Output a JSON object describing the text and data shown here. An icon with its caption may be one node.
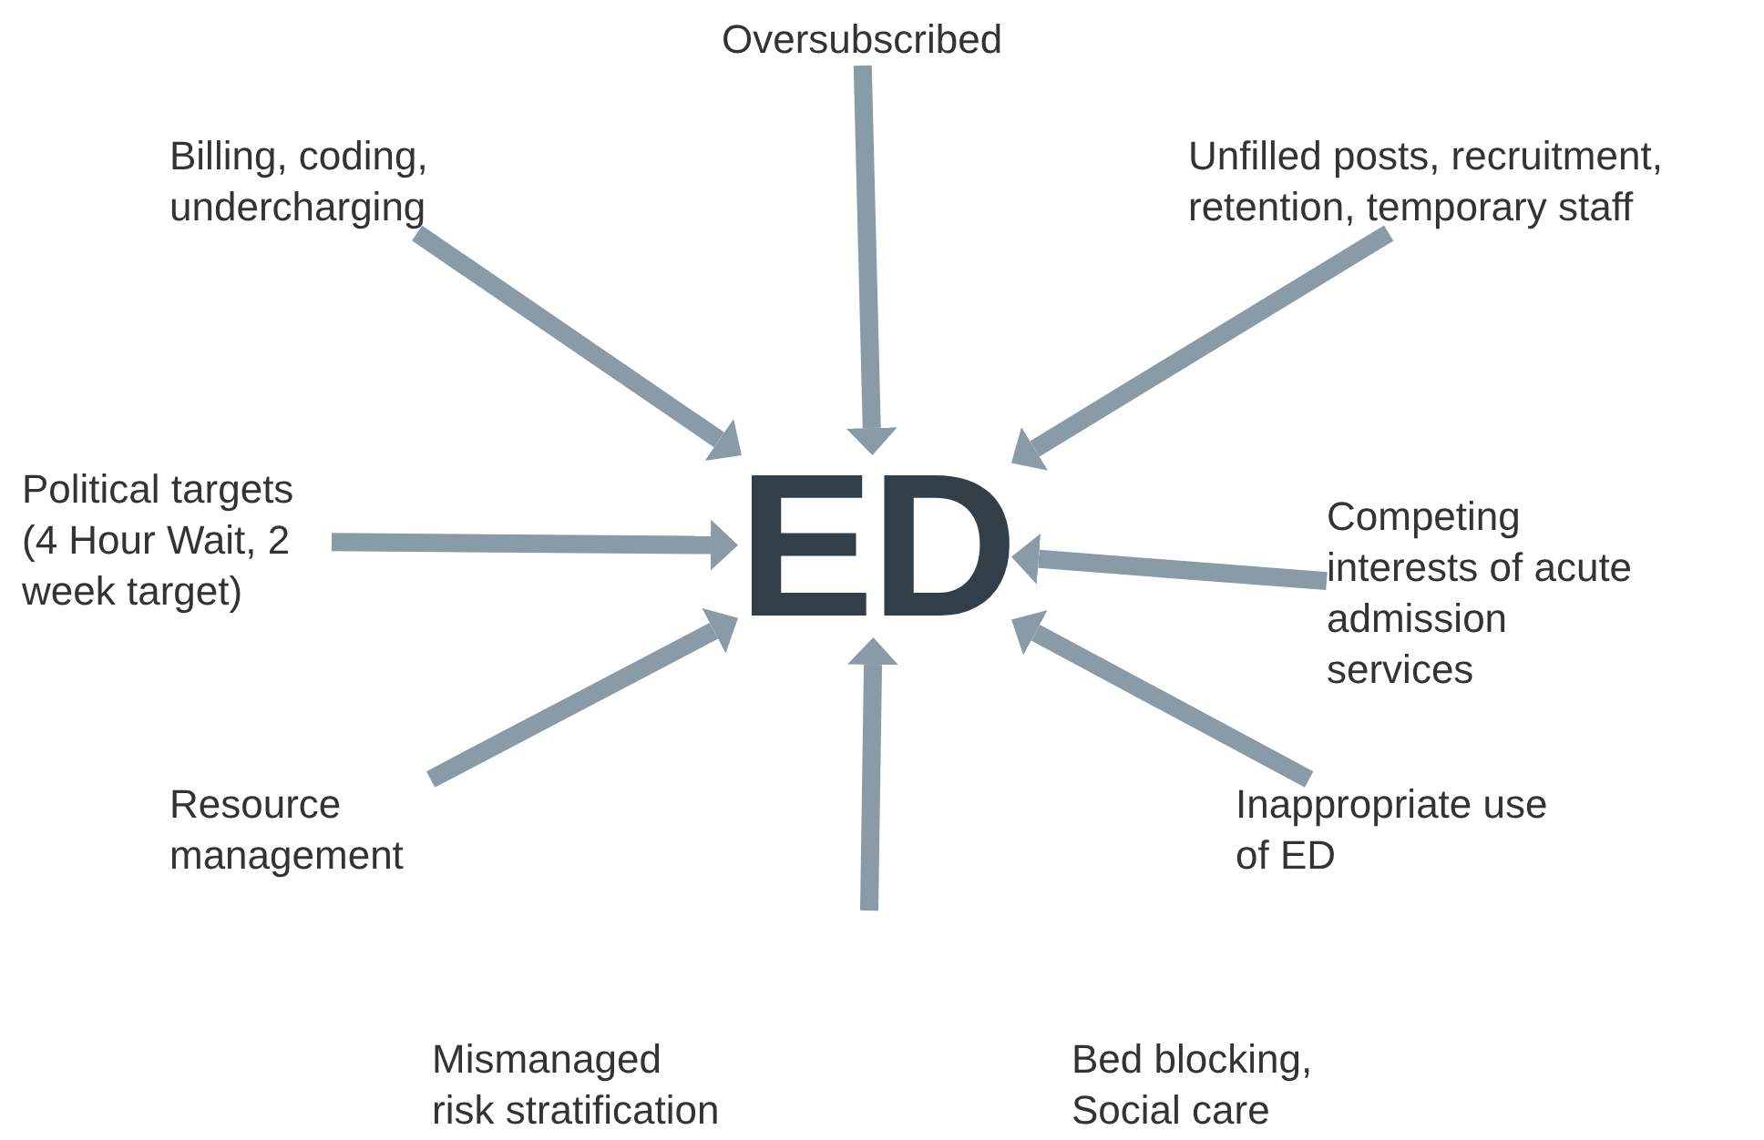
{
  "diagram": {
    "nodes": [
      {
        "text": [
          "Oversubscribed"
        ]
      },
      {
        "text": [
          "Billing, coding, undercharging"
        ]
      },
      {
        "text": [
          "Unfilled posts, recruitment, retention, temporary staff"
        ]
      },
      {
        "text": [
          "Political targets (4 Hour Wait, 2 week target)"
        ]
      },
      {
        "text": [
          "ED"
        ]
      },
      {
        "text": [
          "Competing interests of acute admission services"
        ]
      },
      {
        "text": [
          "Resource management"
        ]
      },
      {
        "text": [
          "Inappropriate use of ED"
        ]
      },
      {
        "text": [
          "Mismanaged risk stratification"
        ]
      },
      {
        "text": [
          "Bed blocking, Social care"
        ]
      }
    ],
    "edges": [
      {
        "from": 0,
        "to": 4,
        "arrow": "to"
      },
      {
        "from": 1,
        "to": 4,
        "arrow": "to"
      },
      {
        "from": 2,
        "to": 4,
        "arrow": "to"
      },
      {
        "from": 3,
        "to": 4,
        "arrow": "to"
      },
      {
        "from": 5,
        "to": 4,
        "arrow": "to"
      },
      {
        "from": 6,
        "to": 4,
        "arrow": "to"
      },
      {
        "from": 7,
        "to": 4,
        "arrow": "to"
      },
      {
        "from": null,
        "to": 4,
        "arrow": "to"
      }
    ]
  }
}
